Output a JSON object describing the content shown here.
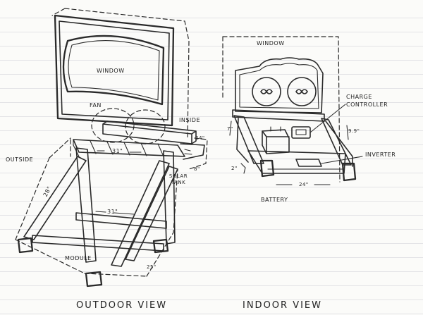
{
  "outdoor": {
    "window": "WINDOW",
    "fan": "FAN",
    "inside": "INSIDE",
    "outside": "OUTSIDE",
    "dim_31_top": "31\"",
    "dim_28": "28\"",
    "dim_31_bottom": "31\"",
    "dim_24_side": "24\"",
    "dim_8": "8\"",
    "solar_tank": "SOLAR TANK",
    "module": "MODULE",
    "dim_25": "25\"",
    "caption": "OUTDOOR VIEW"
  },
  "indoor": {
    "window": "WINDOW",
    "charge_controller_line1": "CHARGE",
    "charge_controller_line2": "CONTROLLER",
    "dim_7": "7\"",
    "dim_99": "9.9\"",
    "inverter": "INVERTER",
    "dim_2": "2\"",
    "dim_24": "24\"",
    "battery": "BATTERY",
    "caption": "INDOOR VIEW"
  }
}
